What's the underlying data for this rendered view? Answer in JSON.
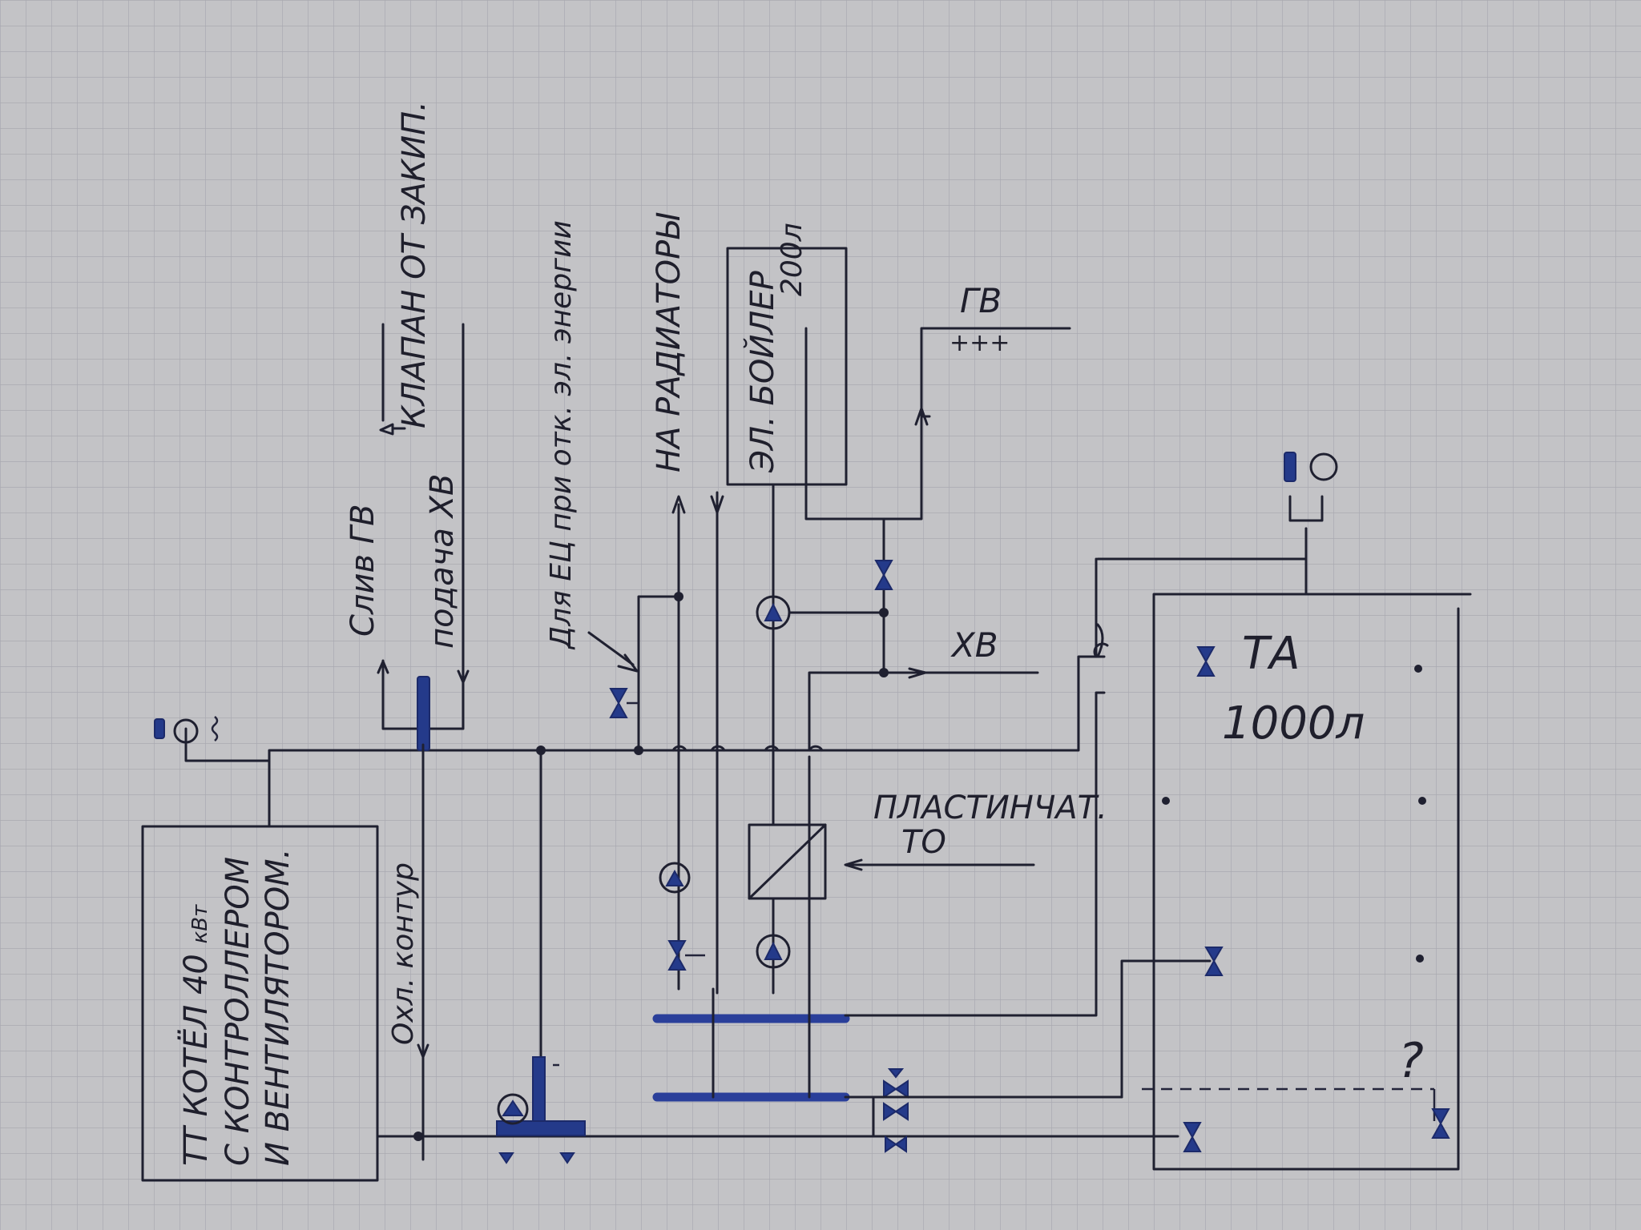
{
  "labels": {
    "boiler": [
      "ТТ КОТЁЛ 40",
      "С КОНТРОЛЛЕРОМ",
      "И ВЕНТИЛЯТОРОМ."
    ],
    "boiler_unit": "кВт",
    "cooling_circuit": "Охл. контур",
    "hw_drain": "Слив ГВ",
    "cw_supply": "подача ХВ",
    "relief_valve": "КЛАПАН ОТ ЗАКИП.",
    "backup": "Для ЕЦ при отк. эл. энергии",
    "radiators": "НА РАДИАТОРЫ",
    "electric_boiler": "ЭЛ. БОЙЛЕР",
    "electric_boiler_volume": "200л",
    "hot_water": "ГВ",
    "cold_water": "ХВ",
    "plate_hx": [
      "ПЛАСТИНЧАТ.",
      "ТО"
    ],
    "tank": "ТА",
    "tank_volume": "1000л",
    "question": "?",
    "taps": "+++"
  },
  "colors": {
    "paper": "#c3c3c6",
    "grid": "#a9a9b1",
    "ink": "#1f2030",
    "blue_ink": "#243a8a"
  }
}
